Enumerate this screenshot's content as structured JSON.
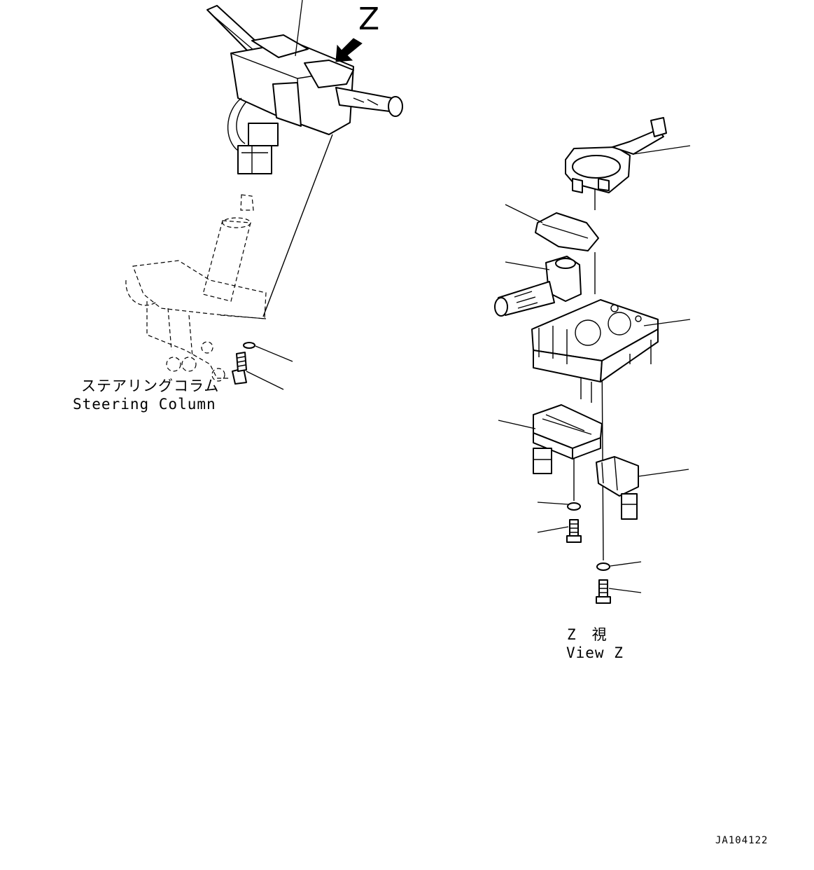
{
  "labels": {
    "z_marker": "Z",
    "steering_column_jp": "ステアリングコラム",
    "steering_column_en": "Steering Column",
    "view_z_jp": "Z　視",
    "view_z_en": "View Z",
    "drawing_code": "JA104122"
  },
  "icons": {
    "view_arrow": "arrow-down-left-icon"
  }
}
